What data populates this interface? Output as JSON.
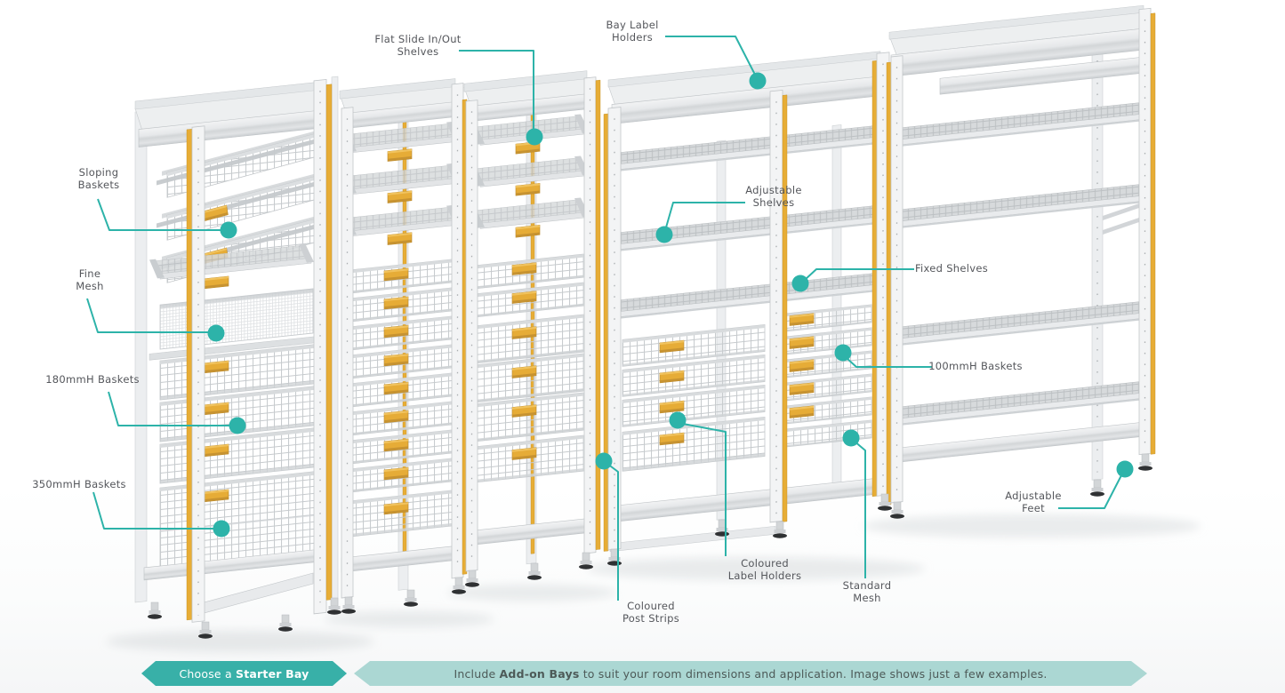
{
  "colors": {
    "accent": "#2db3a9",
    "banner": "#38b0a8",
    "banner_light": "#abd7d3",
    "gold": "#e7ad36",
    "text": "#54565b"
  },
  "callouts": {
    "sloping_baskets": "Sloping\nBaskets",
    "fine_mesh": "Fine\nMesh",
    "baskets_180": "180mmH Baskets",
    "baskets_350": "350mmH Baskets",
    "flat_slide": "Flat Slide In/Out\nShelves",
    "bay_label_holders": "Bay Label\nHolders",
    "adjustable_shelves": "Adjustable\nShelves",
    "fixed_shelves": "Fixed Shelves",
    "baskets_100": "100mmH Baskets",
    "adjustable_feet": "Adjustable\nFeet",
    "coloured_post_strips": "Coloured\nPost Strips",
    "coloured_label_holders": "Coloured\nLabel Holders",
    "standard_mesh": "Standard\nMesh"
  },
  "banners": {
    "starter": {
      "prefix": "Choose a ",
      "bold": "Starter Bay"
    },
    "addon": {
      "prefix": "Include ",
      "bold": "Add-on Bays",
      "suffix": " to suit your room dimensions and application. Image shows just a few examples."
    }
  }
}
